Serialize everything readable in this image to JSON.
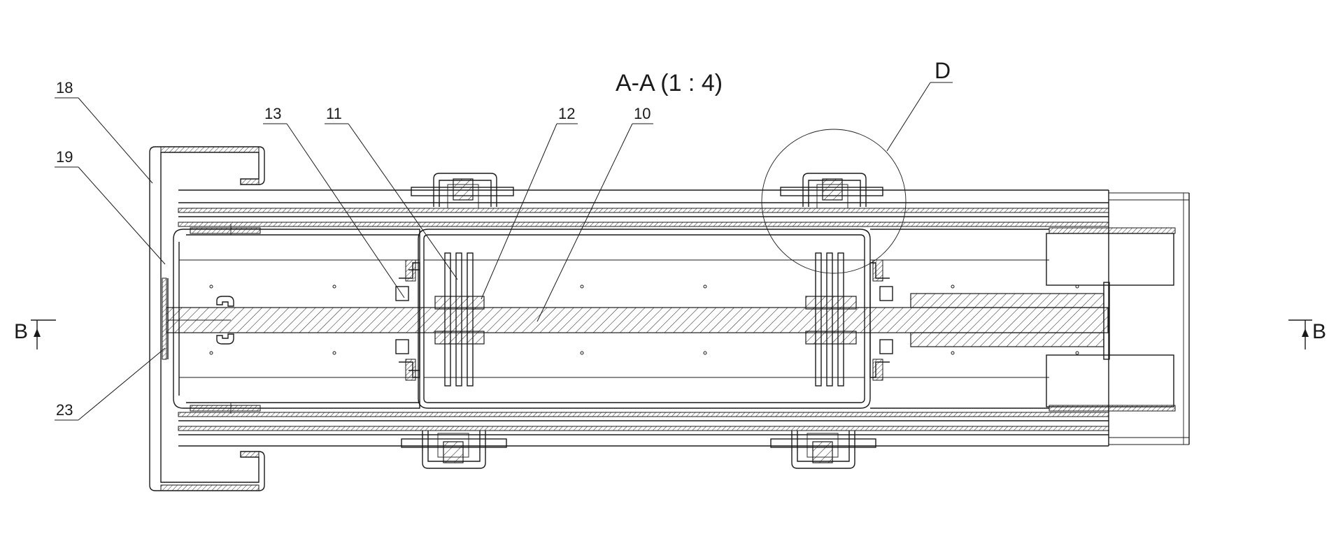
{
  "title": "A-A (1 : 4)",
  "detail_label": "D",
  "section_marks": {
    "left": "B",
    "right": "B"
  },
  "callouts": {
    "c18": "18",
    "c19": "19",
    "c13": "13",
    "c11": "11",
    "c12": "12",
    "c10": "10",
    "c23": "23"
  }
}
